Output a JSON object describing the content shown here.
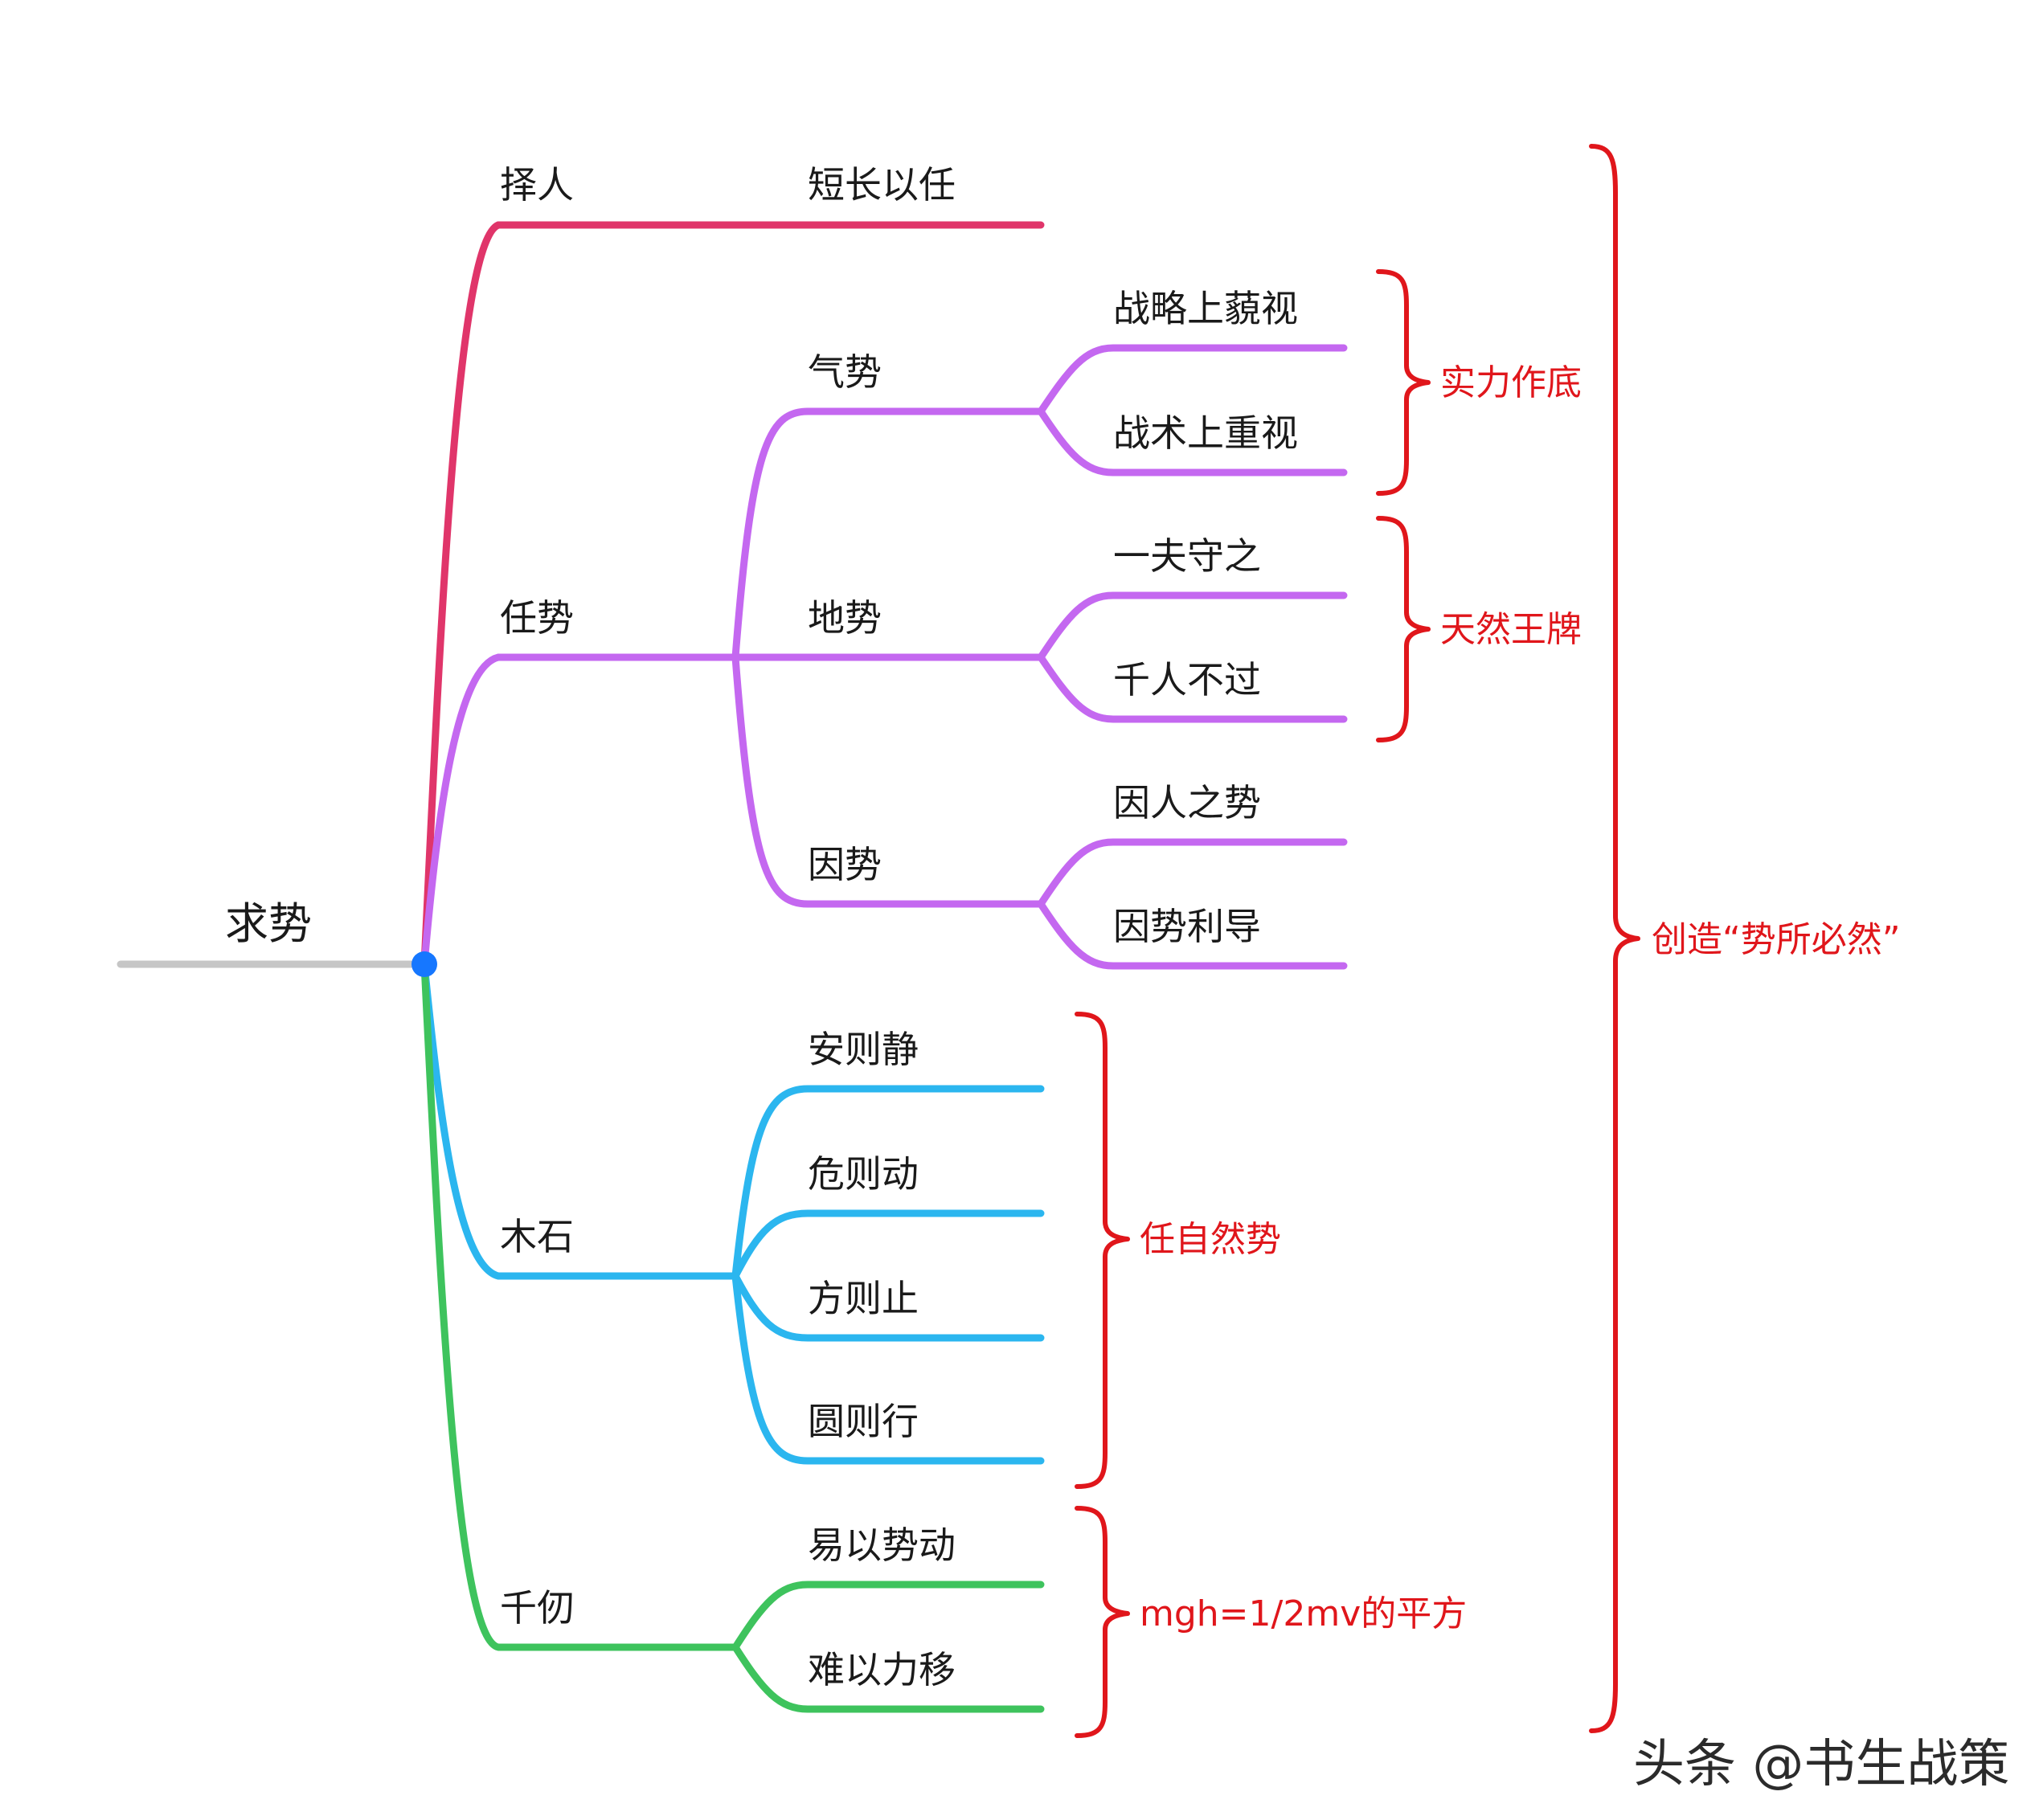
{
  "root": {
    "label": "求势"
  },
  "colors": {
    "root_line": "#c6c6c6",
    "root_dot": "#1677ff",
    "branch_1": "#e0356a",
    "branch_2": "#c468f0",
    "branch_3": "#2bb6ef",
    "branch_4": "#3ec35d",
    "annotation": "#e0161b"
  },
  "branches": [
    {
      "label": "择人",
      "children": [
        {
          "label": "短长以任"
        }
      ]
    },
    {
      "label": "任势",
      "children": [
        {
          "label": "气势",
          "children": [
            {
              "label": "战略上藐视"
            },
            {
              "label": "战术上重视"
            }
          ]
        },
        {
          "label": "地势",
          "children": [
            {
              "label": "一夫守之"
            },
            {
              "label": "千人不过"
            }
          ]
        },
        {
          "label": "因势",
          "children": [
            {
              "label": "因人之势"
            },
            {
              "label": "因势利导"
            }
          ]
        }
      ]
    },
    {
      "label": "木石",
      "children": [
        {
          "label": "安则静"
        },
        {
          "label": "危则动"
        },
        {
          "label": "方则止"
        },
        {
          "label": "圆则行"
        }
      ]
    },
    {
      "label": "千仞",
      "children": [
        {
          "label": "易以势动"
        },
        {
          "label": "难以力移"
        }
      ]
    }
  ],
  "annotations": {
    "qishi": "实力作底",
    "dishi": "天然王牌",
    "mushi": "任自然势",
    "qianren": "mgh=1/2mv的平方",
    "overall": "创造“势所必然”"
  },
  "watermark": "头条 @书生战策"
}
